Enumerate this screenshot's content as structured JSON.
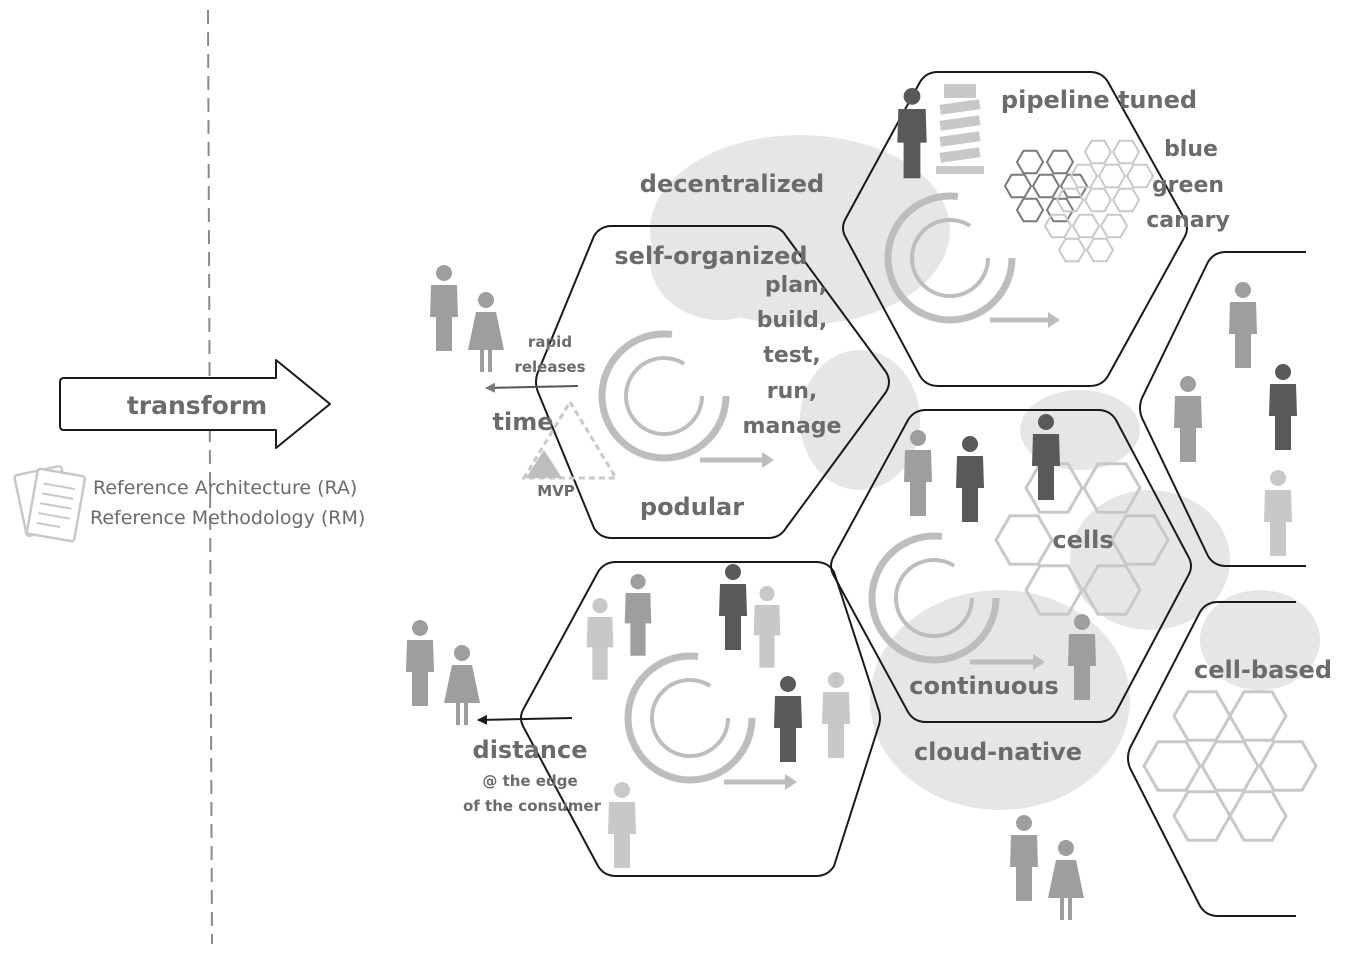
{
  "left": {
    "transform_label": "transform",
    "ra_label": "Reference Architecture (RA)",
    "rm_label": "Reference Methodology (RM)"
  },
  "hexagons": {
    "self_organized": {
      "title": "self-organized",
      "steps": [
        "plan,",
        "build,",
        "test,",
        "run,",
        "manage"
      ],
      "bottom_label": "podular",
      "time_label": "time",
      "rapid_label_1": "rapid",
      "rapid_label_2": "releases",
      "mvp_label": "MVP"
    },
    "pipeline": {
      "title": "pipeline tuned",
      "deploy_1": "blue",
      "deploy_2": "green",
      "deploy_3": "canary"
    },
    "cells_hex": {
      "cells_label": "cells",
      "bottom_label": "continuous"
    },
    "distance_hex": {
      "distance_label": "distance",
      "edge_label_1": "@ the edge",
      "edge_label_2": "of the consumer"
    },
    "cell_based_hex": {
      "title": "cell-based"
    }
  },
  "cloud": {
    "top_label": "decentralized",
    "bottom_label": "cloud-native"
  },
  "colors": {
    "outline": "#1a1a1a",
    "label": "#6b6b6b",
    "cloud": "#e6e6e6",
    "cycle": "#bdbdbd",
    "person_dark": "#595959",
    "person_mid": "#9e9e9e",
    "person_light": "#c8c8c8"
  }
}
